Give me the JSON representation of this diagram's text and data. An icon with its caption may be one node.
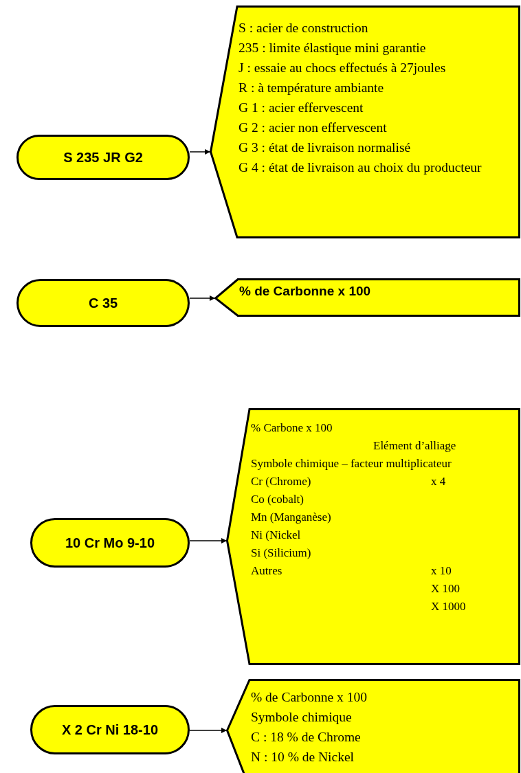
{
  "diagram": {
    "nodes": [
      {
        "text": [
          "S 235 JR G2"
        ]
      },
      {
        "text": [
          "S : acier de construction",
          "235 : limite élastique mini garantie",
          "J : essaie au chocs effectués à 27joules",
          "R : à température ambiante",
          "G 1 : acier effervescent",
          "G 2 : acier non effervescent",
          "G 3 : état de livraison normalisé",
          "G 4 : état de livraison au choix du producteur"
        ]
      },
      {
        "text": [
          "C 35"
        ]
      },
      {
        "text": [
          "% de Carbonne x 100"
        ]
      },
      {
        "text": [
          "10 Cr Mo 9-10"
        ]
      },
      {
        "text": [
          "% Carbone x 100",
          "Elément d’alliage",
          "Symbole chimique – facteur multiplicateur",
          "Cr  (Chrome)",
          "x 4",
          "Co (cobalt)",
          "Mn (Manganèse)",
          "Ni (Nickel",
          "Si (Silicium)",
          "Autres",
          "x 10",
          "X 100",
          "X 1000"
        ]
      },
      {
        "text": [
          "X 2 Cr Ni 18-10"
        ]
      },
      {
        "text": [
          "% de Carbonne x 100",
          "Symbole chimique",
          "C : 18 % de Chrome",
          "N : 10 % de Nickel"
        ]
      }
    ],
    "edges": [
      {
        "from": 0,
        "to": 1,
        "arrow": "to"
      },
      {
        "from": 2,
        "to": 3,
        "arrow": "to"
      },
      {
        "from": 4,
        "to": 5,
        "arrow": "to"
      },
      {
        "from": 6,
        "to": 7,
        "arrow": "to"
      }
    ]
  }
}
